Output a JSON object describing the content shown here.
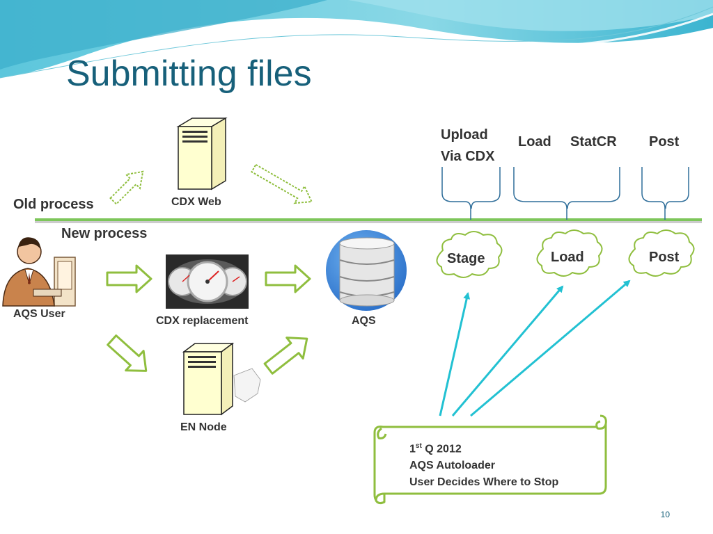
{
  "slide": {
    "title": "Submitting files",
    "page_number": "10"
  },
  "labels": {
    "old_process": "Old process",
    "new_process": "New process",
    "cdx_web": "CDX Web",
    "aqs_user": "AQS User",
    "cdx_replacement": "CDX replacement",
    "aqs": "AQS",
    "en_node": "EN Node"
  },
  "stages_top": {
    "upload_line1": "Upload",
    "upload_line2": "Via CDX",
    "load": "Load",
    "statcr": "StatCR",
    "post": "Post"
  },
  "clouds": {
    "stage": "Stage",
    "load": "Load",
    "post": "Post"
  },
  "scroll_note": {
    "line1_prefix": "1",
    "line1_sup": "st",
    "line1_suffix": " Q 2012",
    "line2": "AQS Autoloader",
    "line3": "User Decides Where to Stop"
  },
  "colors": {
    "title": "#17607a",
    "divider": "#7dc65a",
    "arrow_green": "#8fbe3e",
    "cyan_arrow": "#22c1d2",
    "bracket": "#2f6e9a"
  }
}
